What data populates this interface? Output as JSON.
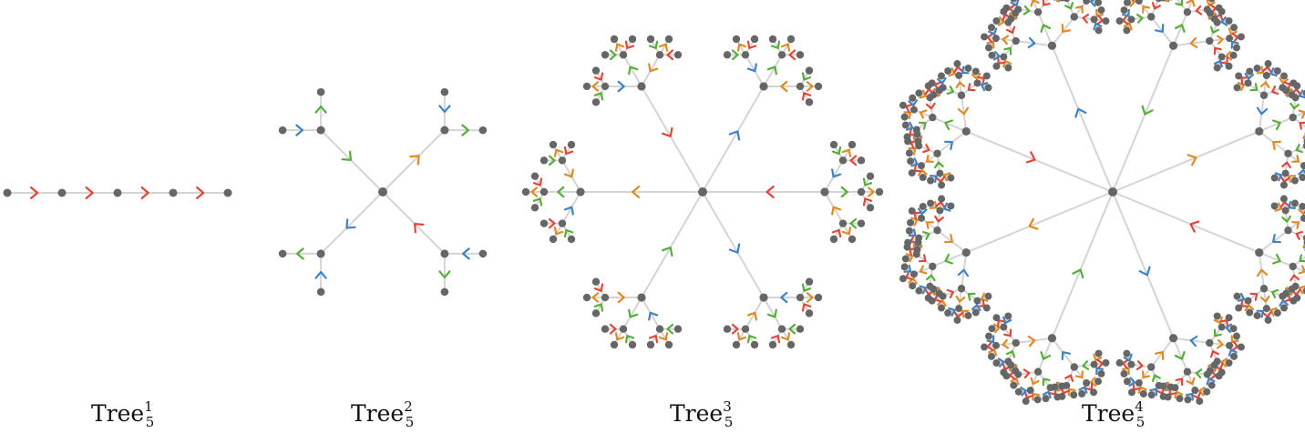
{
  "figure": {
    "colors": {
      "node": "#666666",
      "edge": "#d4d4d4",
      "arrow_red": "#e2463a",
      "arrow_blue": "#3d83c4",
      "arrow_green": "#55ad3a",
      "arrow_orange": "#e08a22"
    },
    "panels": [
      {
        "base": "Tree",
        "sup": "1",
        "sub": "5",
        "depth": 1,
        "kind": "path"
      },
      {
        "base": "Tree",
        "sup": "2",
        "sub": "5",
        "depth": 2,
        "kind": "tree"
      },
      {
        "base": "Tree",
        "sup": "3",
        "sub": "5",
        "depth": 3,
        "kind": "tree"
      },
      {
        "base": "Tree",
        "sup": "4",
        "sub": "5",
        "depth": 4,
        "kind": "tree"
      }
    ]
  }
}
